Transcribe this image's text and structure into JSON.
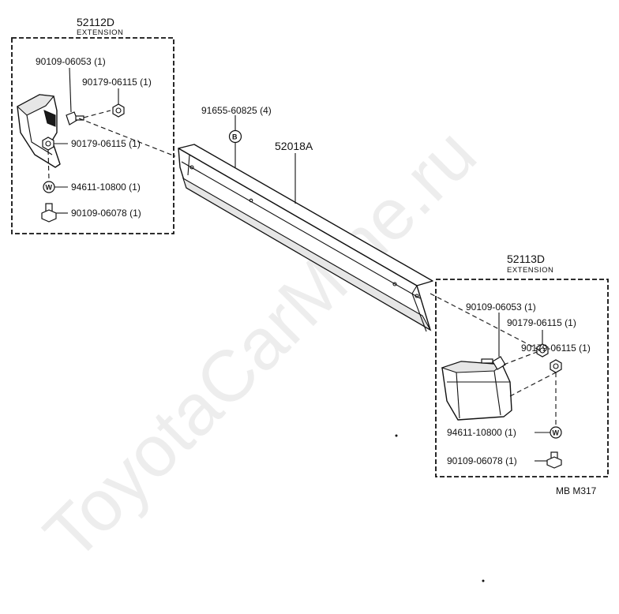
{
  "watermark": "ToyotaCarMine.ru",
  "footer_code": "MB  M317",
  "main_part": {
    "number": "52018A",
    "bolt_label": "91655-60825 (4)",
    "bolt_symbol": "B"
  },
  "left_extension": {
    "number": "52112D",
    "name": "EXTENSION",
    "parts": [
      "90109-06053 (1)",
      "90179-06115 (1)",
      "90179-06115 (1)",
      "94611-10800 (1)",
      "90109-06078 (1)"
    ],
    "washer_symbol": "W"
  },
  "right_extension": {
    "number": "52113D",
    "name": "EXTENSION",
    "parts": [
      "90109-06053 (1)",
      "90179-06115 (1)",
      "90179-06115 (1)",
      "94611-10800 (1)",
      "90109-06078 (1)"
    ],
    "washer_symbol": "W"
  }
}
